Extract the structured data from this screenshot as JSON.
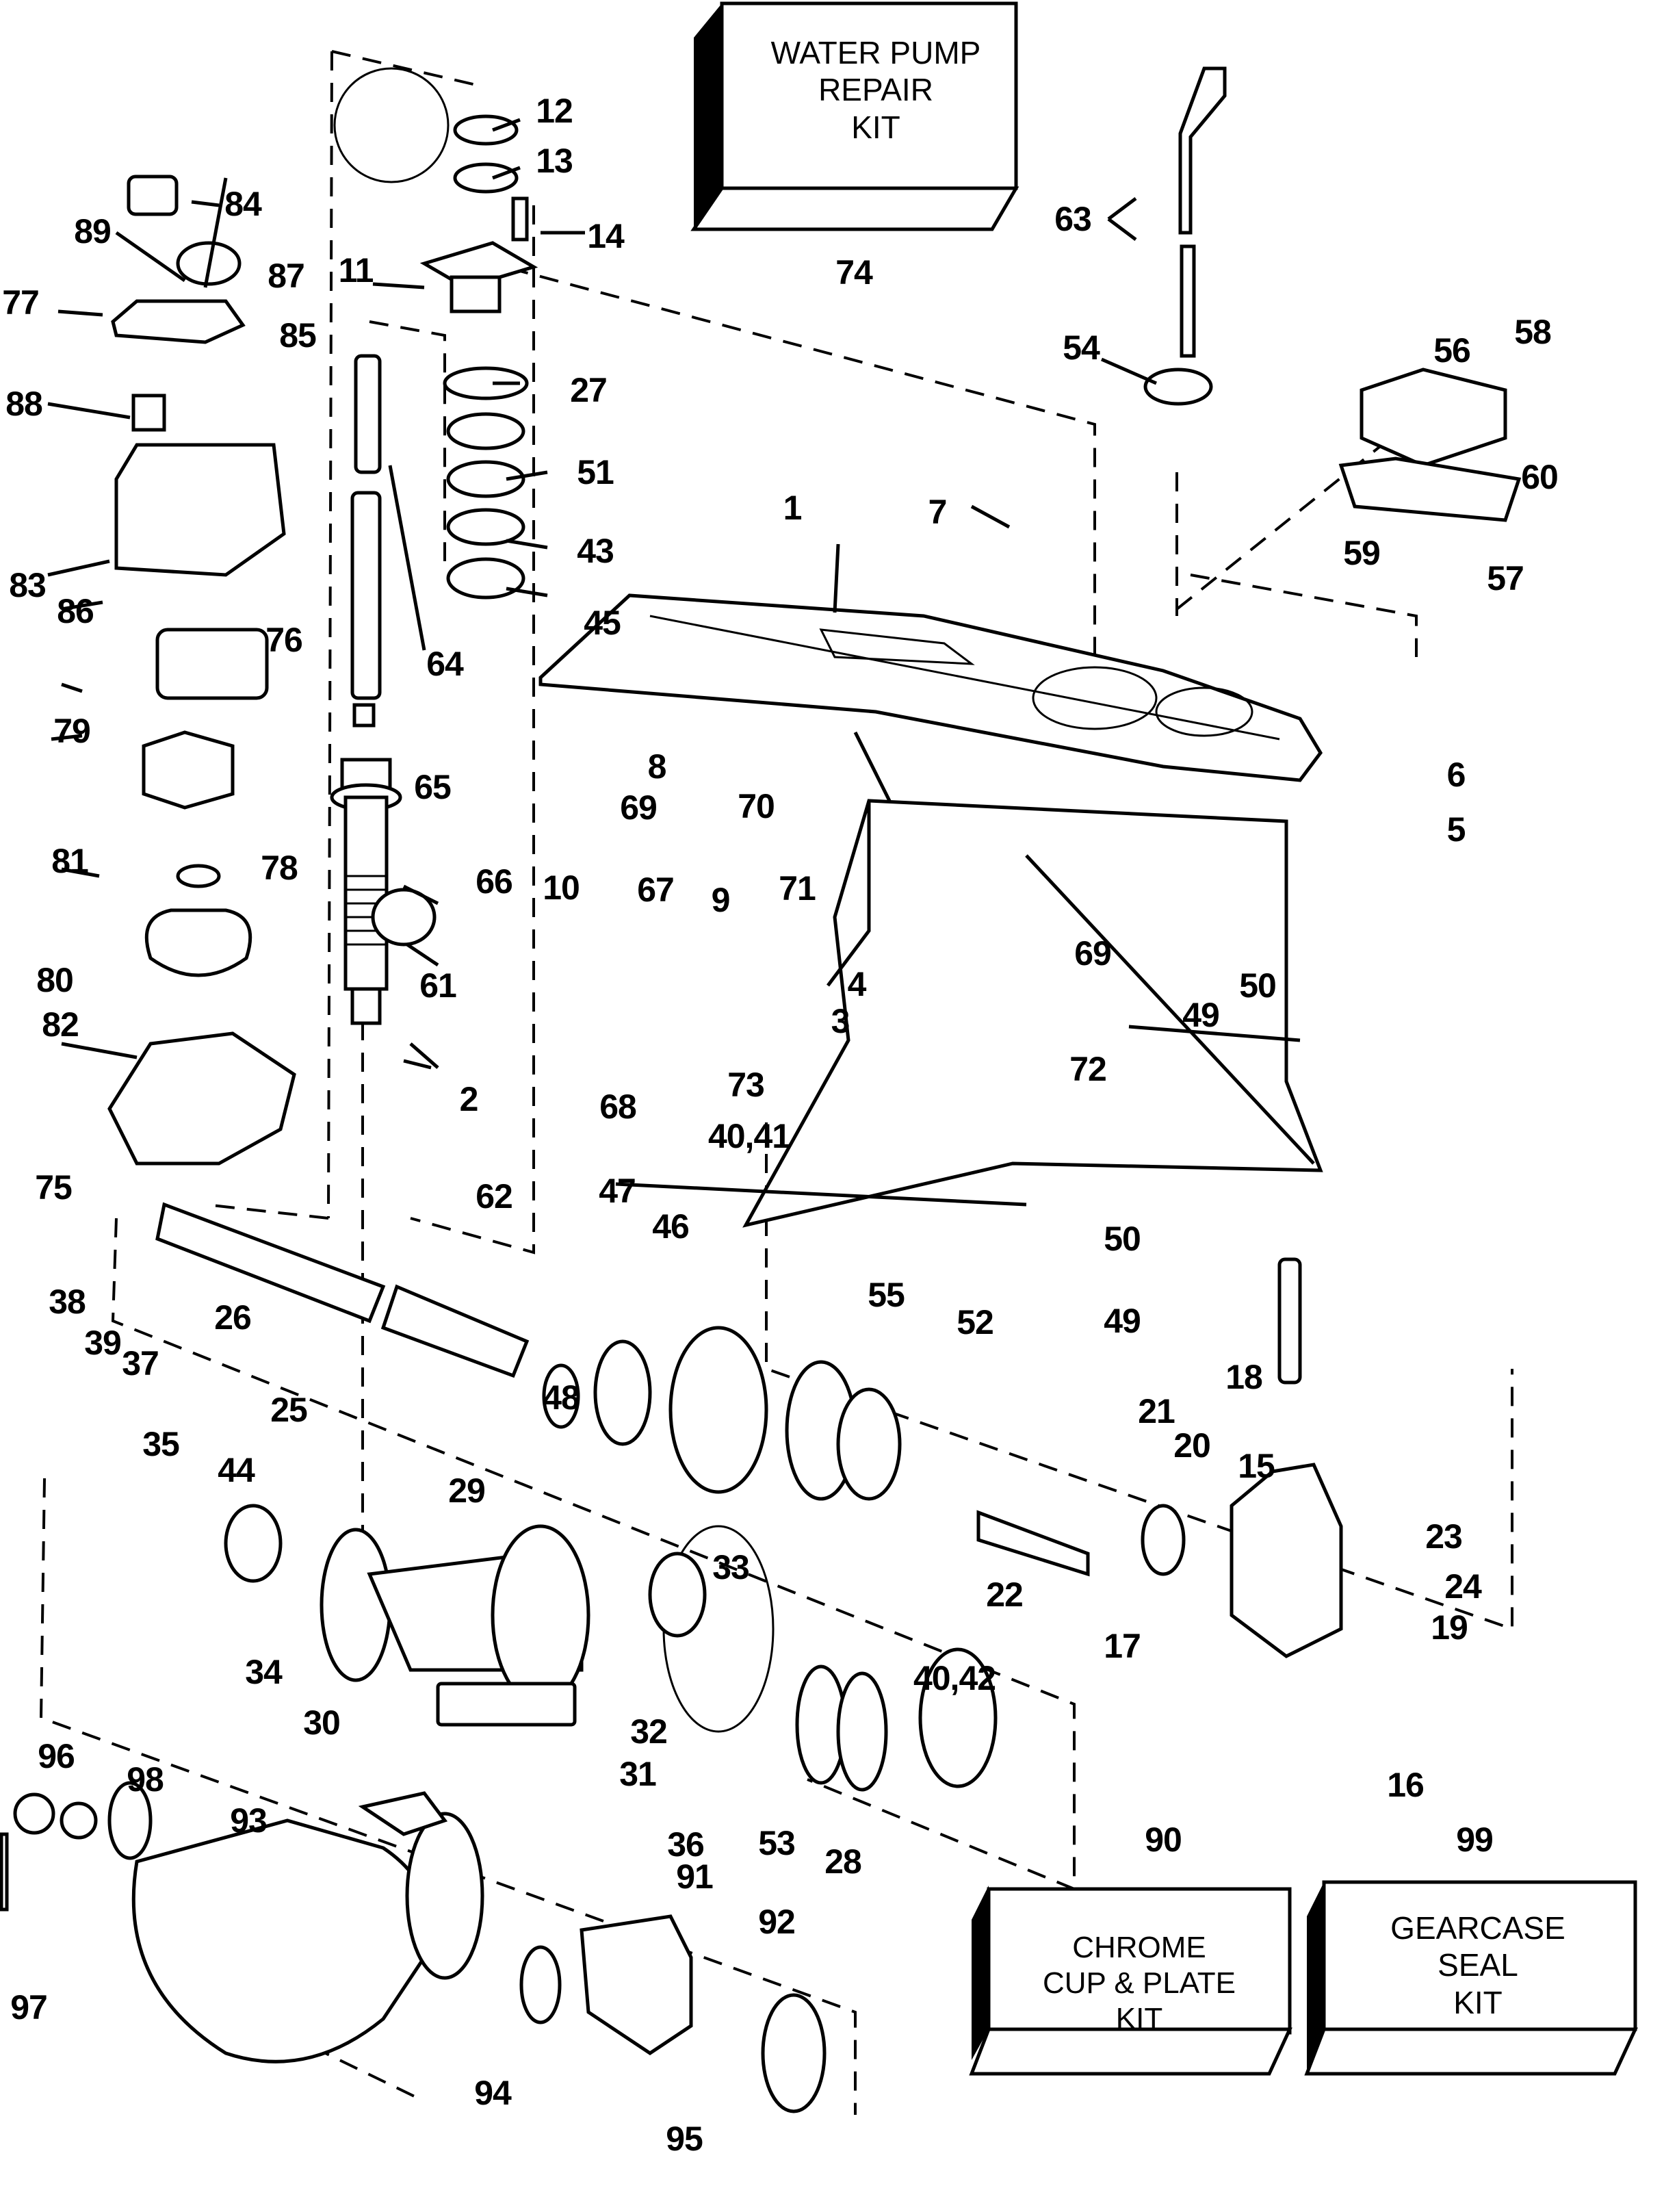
{
  "title": "Gearcase exploded parts diagram",
  "kits": {
    "water_pump": {
      "ref": "74",
      "lines": [
        "WATER PUMP",
        "REPAIR",
        "KIT"
      ]
    },
    "chrome_cup": {
      "ref": "90",
      "lines": [
        "CHROME",
        "CUP & PLATE",
        "KIT"
      ]
    },
    "gearcase_seal": {
      "ref": "99",
      "lines": [
        "GEARCASE",
        "SEAL",
        "KIT"
      ]
    }
  },
  "callouts": [
    {
      "id": "c12",
      "label": "12"
    },
    {
      "id": "c13",
      "label": "13"
    },
    {
      "id": "c14",
      "label": "14"
    },
    {
      "id": "c11",
      "label": "11"
    },
    {
      "id": "c84",
      "label": "84"
    },
    {
      "id": "c89",
      "label": "89"
    },
    {
      "id": "c87",
      "label": "87"
    },
    {
      "id": "c77",
      "label": "77"
    },
    {
      "id": "c85",
      "label": "85"
    },
    {
      "id": "c88",
      "label": "88"
    },
    {
      "id": "c83",
      "label": "83"
    },
    {
      "id": "c27",
      "label": "27"
    },
    {
      "id": "c51",
      "label": "51"
    },
    {
      "id": "c43",
      "label": "43"
    },
    {
      "id": "c45",
      "label": "45"
    },
    {
      "id": "c64",
      "label": "64"
    },
    {
      "id": "c86",
      "label": "86"
    },
    {
      "id": "c76",
      "label": "76"
    },
    {
      "id": "c79",
      "label": "79"
    },
    {
      "id": "c65",
      "label": "65"
    },
    {
      "id": "c66",
      "label": "66"
    },
    {
      "id": "c81",
      "label": "81"
    },
    {
      "id": "c78",
      "label": "78"
    },
    {
      "id": "c80",
      "label": "80"
    },
    {
      "id": "c82",
      "label": "82"
    },
    {
      "id": "c61",
      "label": "61"
    },
    {
      "id": "c75",
      "label": "75"
    },
    {
      "id": "c2",
      "label": "2"
    },
    {
      "id": "c62",
      "label": "62"
    },
    {
      "id": "c63",
      "label": "63"
    },
    {
      "id": "c54",
      "label": "54"
    },
    {
      "id": "c56",
      "label": "56"
    },
    {
      "id": "c58",
      "label": "58"
    },
    {
      "id": "c60",
      "label": "60"
    },
    {
      "id": "c59",
      "label": "59"
    },
    {
      "id": "c57",
      "label": "57"
    },
    {
      "id": "c1",
      "label": "1"
    },
    {
      "id": "c7",
      "label": "7"
    },
    {
      "id": "c6",
      "label": "6"
    },
    {
      "id": "c5",
      "label": "5"
    },
    {
      "id": "c8",
      "label": "8"
    },
    {
      "id": "c69a",
      "label": "69"
    },
    {
      "id": "c70",
      "label": "70"
    },
    {
      "id": "c10",
      "label": "10"
    },
    {
      "id": "c67",
      "label": "67"
    },
    {
      "id": "c9",
      "label": "9"
    },
    {
      "id": "c71",
      "label": "71"
    },
    {
      "id": "c69b",
      "label": "69"
    },
    {
      "id": "c50a",
      "label": "50"
    },
    {
      "id": "c49a",
      "label": "49"
    },
    {
      "id": "c4",
      "label": "4"
    },
    {
      "id": "c3",
      "label": "3"
    },
    {
      "id": "c72",
      "label": "72"
    },
    {
      "id": "c73",
      "label": "73"
    },
    {
      "id": "c68",
      "label": "68"
    },
    {
      "id": "c4041",
      "label": "40,41"
    },
    {
      "id": "c47",
      "label": "47"
    },
    {
      "id": "c46",
      "label": "46"
    },
    {
      "id": "c50b",
      "label": "50"
    },
    {
      "id": "c49b",
      "label": "49"
    },
    {
      "id": "c38",
      "label": "38"
    },
    {
      "id": "c39",
      "label": "39"
    },
    {
      "id": "c37",
      "label": "37"
    },
    {
      "id": "c26",
      "label": "26"
    },
    {
      "id": "c48",
      "label": "48"
    },
    {
      "id": "c55",
      "label": "55"
    },
    {
      "id": "c52",
      "label": "52"
    },
    {
      "id": "c18",
      "label": "18"
    },
    {
      "id": "c21",
      "label": "21"
    },
    {
      "id": "c20",
      "label": "20"
    },
    {
      "id": "c15",
      "label": "15"
    },
    {
      "id": "c35",
      "label": "35"
    },
    {
      "id": "c25",
      "label": "25"
    },
    {
      "id": "c44",
      "label": "44"
    },
    {
      "id": "c29",
      "label": "29"
    },
    {
      "id": "c23",
      "label": "23"
    },
    {
      "id": "c22",
      "label": "22"
    },
    {
      "id": "c24",
      "label": "24"
    },
    {
      "id": "c19",
      "label": "19"
    },
    {
      "id": "c17",
      "label": "17"
    },
    {
      "id": "c33",
      "label": "33"
    },
    {
      "id": "c34",
      "label": "34"
    },
    {
      "id": "c30",
      "label": "30"
    },
    {
      "id": "c4042",
      "label": "40,42"
    },
    {
      "id": "c32",
      "label": "32"
    },
    {
      "id": "c16",
      "label": "16"
    },
    {
      "id": "c96",
      "label": "96"
    },
    {
      "id": "c98",
      "label": "98"
    },
    {
      "id": "c93",
      "label": "93"
    },
    {
      "id": "c31",
      "label": "31"
    },
    {
      "id": "c36",
      "label": "36"
    },
    {
      "id": "c53",
      "label": "53"
    },
    {
      "id": "c28",
      "label": "28"
    },
    {
      "id": "c91",
      "label": "91"
    },
    {
      "id": "c92",
      "label": "92"
    },
    {
      "id": "c97",
      "label": "97"
    },
    {
      "id": "c94",
      "label": "94"
    },
    {
      "id": "c95",
      "label": "95"
    }
  ]
}
